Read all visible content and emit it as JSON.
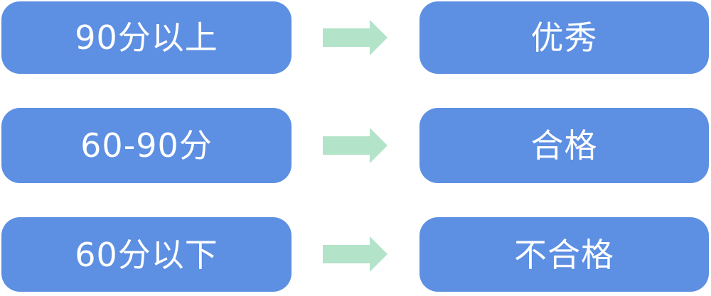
{
  "diagram": {
    "description": "score-to-grade mapping",
    "rows": [
      {
        "source": "90分以上",
        "target": "优秀"
      },
      {
        "source": "60-90分",
        "target": "合格"
      },
      {
        "source": "60分以下",
        "target": "不合格"
      }
    ],
    "colors": {
      "box_fill": "#5D8FE2",
      "arrow_fill": "#B3E3C9",
      "box_text": "#FFFFFF",
      "background": "#FFFFFF"
    }
  }
}
